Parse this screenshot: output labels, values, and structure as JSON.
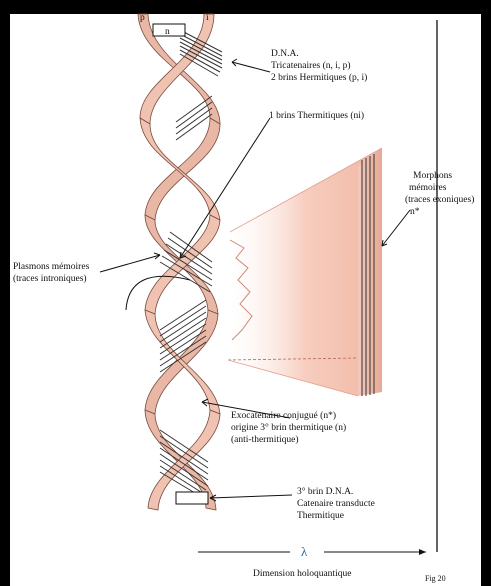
{
  "labels": {
    "strand_left": "p",
    "strand_right": "i",
    "box_top": "n",
    "dna_title": "D.N.A.",
    "dna_line2": "Tricatenaires (n, i, p)",
    "dna_line3": "2  brins Hermitiques (p, i)",
    "thermitique": "1  brins Thermitiques (ni)",
    "morphons_1": "Morphons",
    "morphons_2": "mémoires",
    "morphons_3": "(traces exoniques)",
    "morphons_4": "n*",
    "plasmons_1": "Plasmons mémoires",
    "plasmons_2": "(traces introniques)",
    "exo_1": "Exocatenaire conjugué (n*)",
    "exo_2": "origine 3° brin thermitique (n)",
    "exo_3": "(anti-thermitique)",
    "third_1": "3° brin D.N.A.",
    "third_2": "Catenaire transducte",
    "third_3": "Thermitique",
    "lambda": "λ",
    "dimension": "Dimension holoquantique",
    "fig": "Fig 20"
  },
  "colors": {
    "ribbon": "#e9b7a5",
    "ribbon_edge": "#7a4a3c",
    "rungs": "#333333",
    "cone": "#f4c0b0",
    "lambda": "#1f6fb0"
  }
}
